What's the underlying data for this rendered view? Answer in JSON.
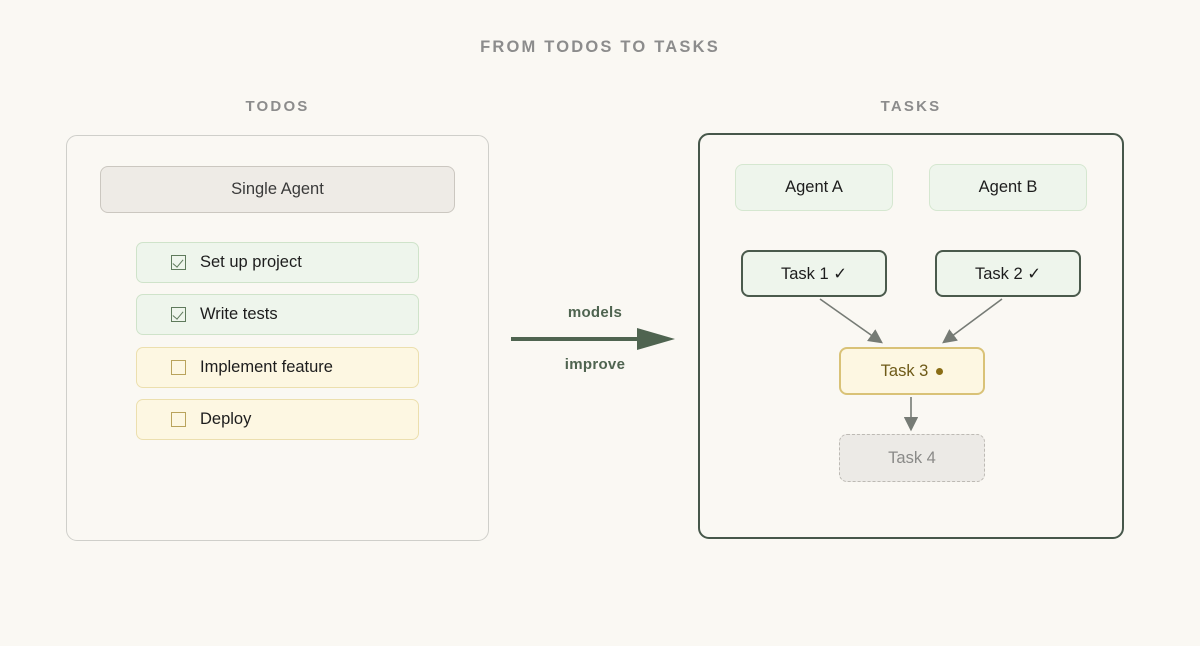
{
  "title": "FROM TODOS TO TASKS",
  "background_color": "#faf8f3",
  "left_panel": {
    "label": "TODOS",
    "agent_box": {
      "label": "Single Agent"
    },
    "items": [
      {
        "label": "Set up project",
        "state": "done",
        "checkbox": "checked-box-icon"
      },
      {
        "label": "Write tests",
        "state": "done",
        "checkbox": "checked-box-icon"
      },
      {
        "label": "Implement feature",
        "state": "pending",
        "checkbox": "unchecked-box-icon"
      },
      {
        "label": "Deploy",
        "state": "pending",
        "checkbox": "unchecked-box-icon"
      }
    ]
  },
  "transition": {
    "top_label": "models",
    "bottom_label": "improve",
    "arrow_color": "#4f6450"
  },
  "right_panel": {
    "label": "TASKS",
    "agents": [
      {
        "label": "Agent A"
      },
      {
        "label": "Agent B"
      }
    ],
    "tasks": [
      {
        "label": "Task 1 ✓",
        "state": "done"
      },
      {
        "label": "Task 2 ✓",
        "state": "done"
      },
      {
        "label": "Task 3",
        "state": "active",
        "marker": "dot"
      },
      {
        "label": "Task 4",
        "state": "blocked"
      }
    ]
  },
  "colors": {
    "done_fill": "#eef5ec",
    "done_border": "#4a5a4c",
    "active_fill": "#fdf7e2",
    "active_border": "#d9c277",
    "blocked_fill": "#eceae6",
    "blocked_border": "#bdbab4",
    "heading": "#8c8c8c"
  }
}
